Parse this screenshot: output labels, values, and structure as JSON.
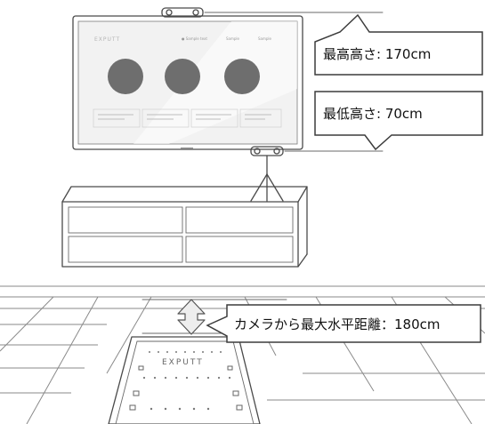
{
  "callouts": {
    "max_height": "最高高さ: 170cm",
    "min_height": "最低高さ:   70cm",
    "max_distance": "カメラから最大水平距離：180cm"
  },
  "tv_screen": {
    "brand": "EXPUTT",
    "nav_items": [
      "●  Sample text",
      "Sample",
      "Sample"
    ]
  },
  "mat": {
    "brand": "EXPUTT"
  },
  "colors": {
    "line": "#4a4a4a",
    "callout_border": "#3c3c3c",
    "screen_fill": "#f2f2f2",
    "circle_fill": "#6e6e6e"
  }
}
